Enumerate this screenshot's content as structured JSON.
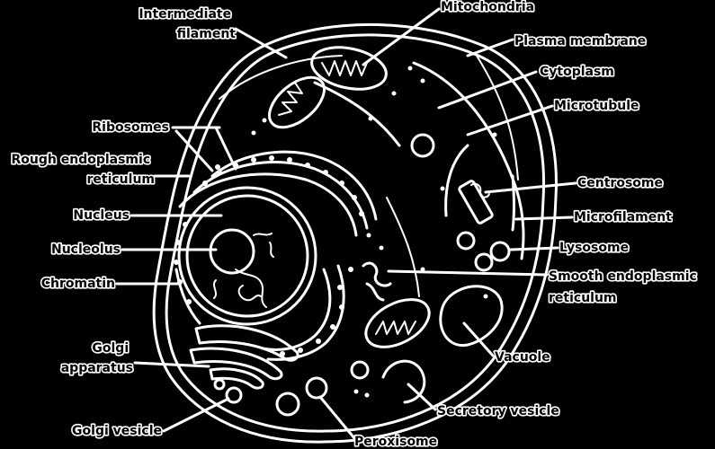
{
  "diagram": {
    "labels": {
      "intermediate_filament": [
        "Intermediate",
        "filament"
      ],
      "mitochondria": "Mitochondria",
      "plasma_membrane": "Plasma membrane",
      "cytoplasm": "Cytoplasm",
      "microtubule": "Microtubule",
      "ribosomes": "Ribosomes",
      "rough_er": [
        "Rough endoplasmic",
        "reticulum"
      ],
      "centrosome": "Centrosome",
      "nucleus": "Nucleus",
      "microfilament": "Microfilament",
      "nucleolus": "Nucleolus",
      "lysosome": "Lysosome",
      "chromatin": "Chromatin",
      "smooth_er": [
        "Smooth endoplasmic",
        "reticulum"
      ],
      "golgi_apparatus": [
        "Golgi",
        "apparatus"
      ],
      "vacuole": "Vacuole",
      "secretory_vesicle": "Secretory vesicle",
      "golgi_vesicle": "Golgi vesicle",
      "peroxisome": "Peroxisome"
    },
    "colors": {
      "background": "#000000",
      "outline": "#ffffff",
      "label_fill": "#000000"
    }
  }
}
